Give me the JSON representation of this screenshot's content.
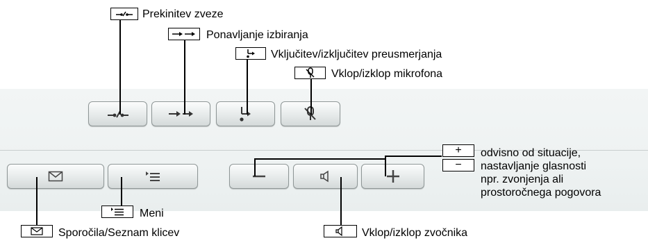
{
  "callouts": {
    "disconnect": "Prekinitev zveze",
    "redial": "Ponavljanje izbiranja",
    "forwarding": "Vključitev/izključitev preusmerjanja",
    "microphone": "Vklop/izklop mikrofona",
    "volume": [
      "odvisno od situacije,",
      "nastavljanje glasnosti",
      "npr. zvonjenja ali",
      "prostoročnega pogovora"
    ],
    "menu": "Meni",
    "messages": "Sporočila/Seznam klicev",
    "speaker": "Vklop/izklop zvočnika"
  },
  "keys": {
    "plus_symbol": "+",
    "minus_symbol": "−"
  }
}
